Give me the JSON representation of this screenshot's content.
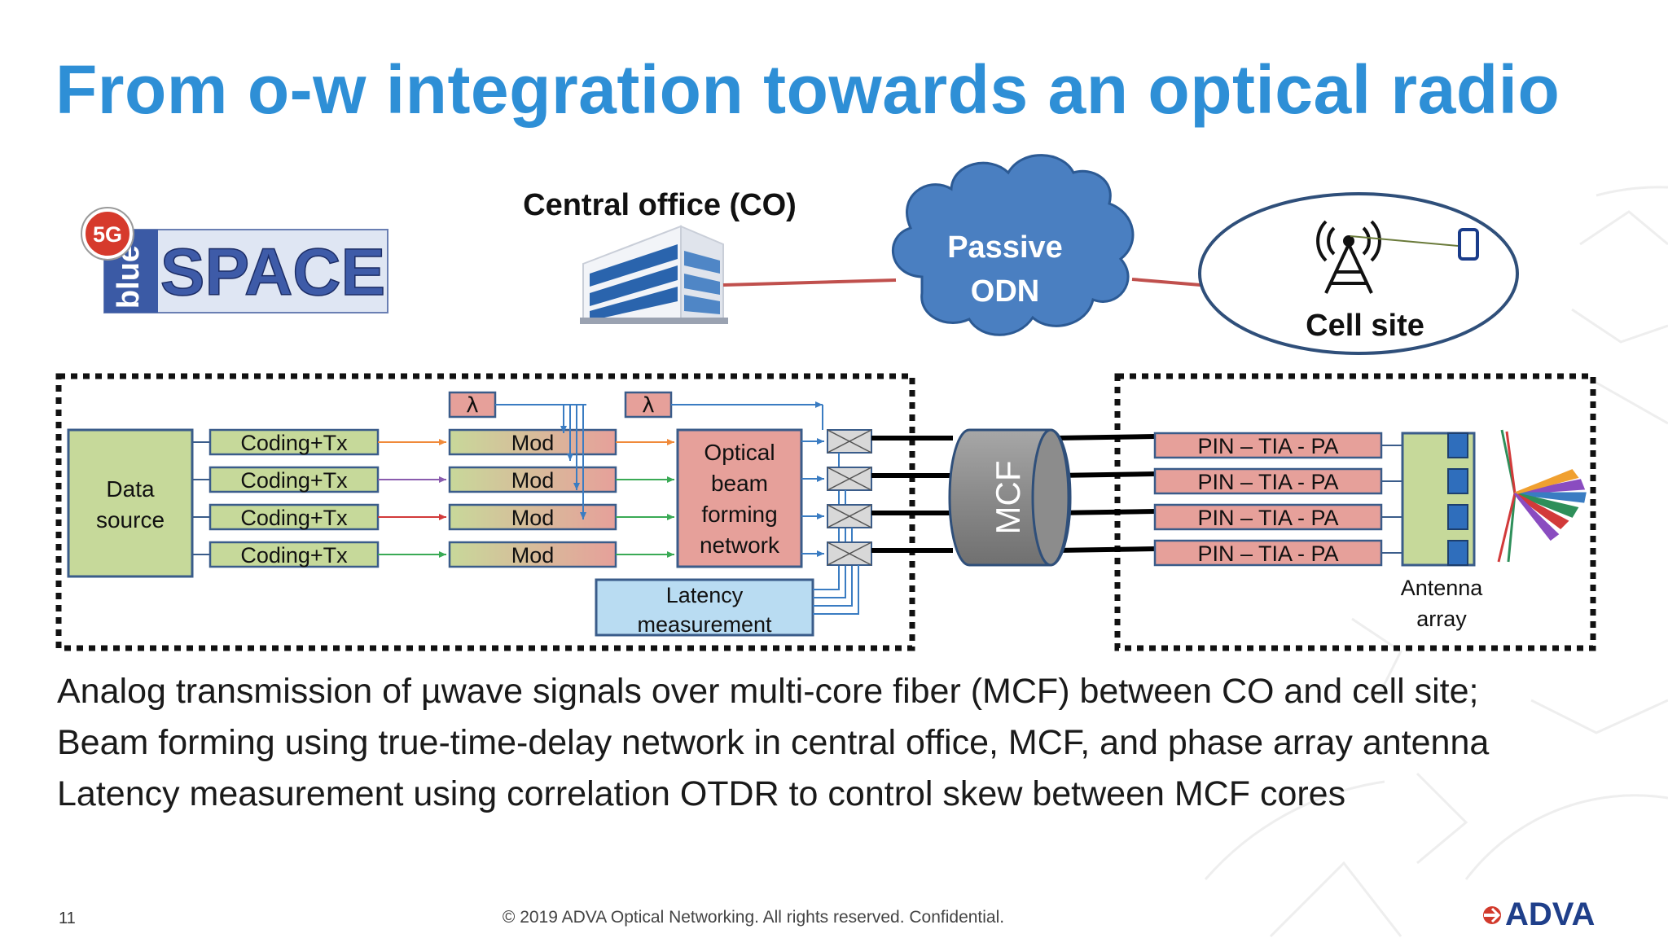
{
  "slide": {
    "title": "From o-w integration towards an optical radio",
    "page_number": "11",
    "copyright": "© 2019 ADVA Optical Networking. All rights reserved. Confidential.",
    "brand": "ADVA",
    "accent_color": "#2e8fd6"
  },
  "logo": {
    "badge": "5G",
    "vertical": "blue",
    "word": "SPACE"
  },
  "top": {
    "central_office": "Central office (CO)",
    "cloud_line1": "Passive",
    "cloud_line2": "ODN",
    "cell_site": "Cell site"
  },
  "co_block": {
    "data_source_line1": "Data",
    "data_source_line2": "source",
    "coding": [
      "Coding+Tx",
      "Coding+Tx",
      "Coding+Tx",
      "Coding+Tx"
    ],
    "lambda": [
      "λ",
      "λ"
    ],
    "mod": [
      "Mod",
      "Mod",
      "Mod",
      "Mod"
    ],
    "beam": [
      "Optical",
      "beam",
      "forming",
      "network"
    ],
    "latency_line1": "Latency",
    "latency_line2": "measurement"
  },
  "mcf_label": "MCF",
  "cell_block": {
    "pin": [
      "PIN – TIA - PA",
      "PIN – TIA - PA",
      "PIN – TIA - PA",
      "PIN – TIA - PA"
    ],
    "antenna_line1": "Antenna",
    "antenna_line2": "array"
  },
  "bullets": [
    "Analog transmission of µwave signals over multi-core fiber (MCF) between CO and cell site;",
    "Beam forming using true-time-delay network in central office, MCF,  and phase array antenna",
    "Latency measurement using correlation OTDR to control skew between MCF cores"
  ]
}
